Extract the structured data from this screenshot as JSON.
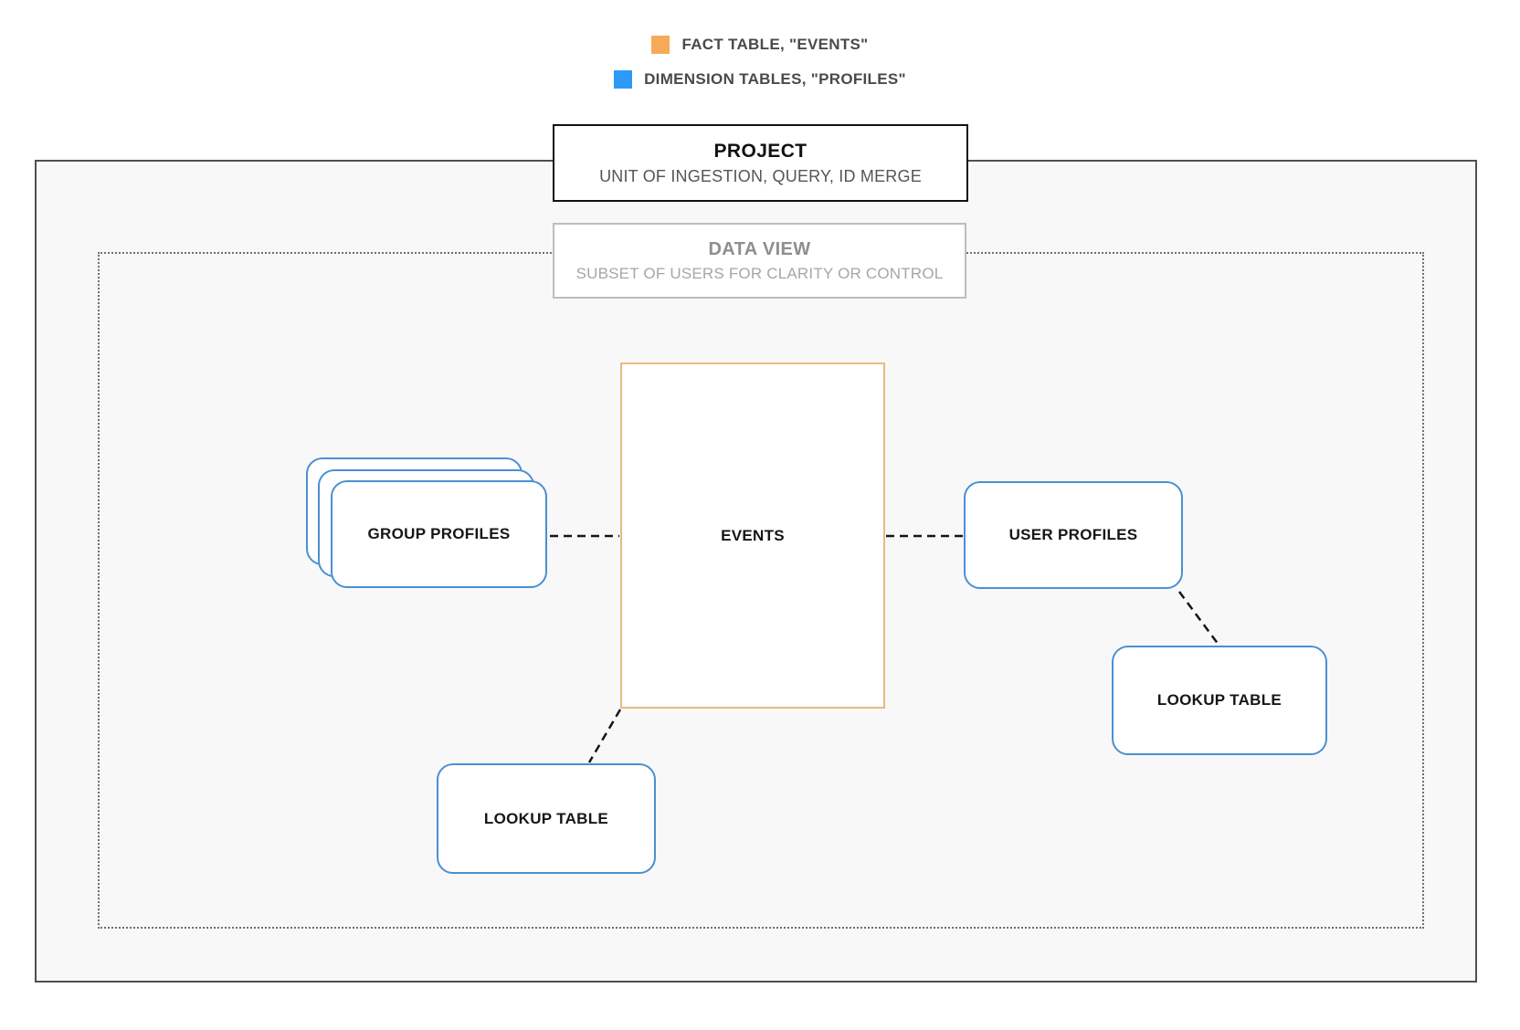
{
  "legend": {
    "items": [
      {
        "name": "fact-table",
        "label": "FACT TABLE, \"EVENTS\"",
        "color": "#F6AA57"
      },
      {
        "name": "dimension-tables",
        "label": "DIMENSION TABLES, \"PROFILES\"",
        "color": "#2E9AF7"
      }
    ]
  },
  "project_box": {
    "title": "PROJECT",
    "subtitle": "UNIT OF INGESTION, QUERY, ID MERGE"
  },
  "data_view_box": {
    "title": "DATA VIEW",
    "subtitle": "SUBSET OF USERS FOR CLARITY OR CONTROL"
  },
  "nodes": {
    "events": {
      "label": "EVENTS",
      "border_color": "#E9BA80"
    },
    "group_profiles": {
      "label": "GROUP PROFILES",
      "border_color": "#4A90D2"
    },
    "user_profiles": {
      "label": "USER PROFILES",
      "border_color": "#4A90D2"
    },
    "lookup_table_bottom": {
      "label": "LOOKUP TABLE",
      "border_color": "#4A90D2"
    },
    "lookup_table_right": {
      "label": "LOOKUP TABLE",
      "border_color": "#4A90D2"
    }
  },
  "colors": {
    "outer_border": "#4F4F4F",
    "outer_fill": "#F8F8F8",
    "dotted_border": "#6F6F6F",
    "connector": "#151515"
  }
}
